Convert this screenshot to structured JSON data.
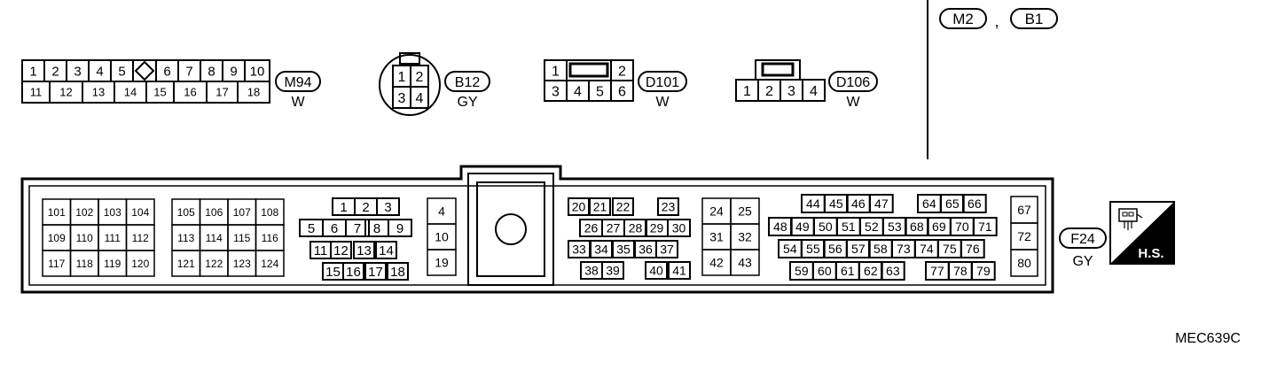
{
  "header": {
    "ref_1": "M2",
    "separator": ",",
    "ref_2": "B1"
  },
  "connectors": {
    "m94": {
      "label": "M94",
      "color": "W",
      "top_row": [
        "1",
        "2",
        "3",
        "4",
        "5",
        "",
        "6",
        "7",
        "8",
        "9",
        "10"
      ],
      "bottom_row": [
        "11",
        "12",
        "13",
        "14",
        "15",
        "16",
        "17",
        "18"
      ]
    },
    "b12": {
      "label": "B12",
      "color": "GY",
      "pins": [
        "1",
        "2",
        "3",
        "4"
      ]
    },
    "d101": {
      "label": "D101",
      "color": "W",
      "top": [
        "1",
        "2"
      ],
      "bottom": [
        "3",
        "4",
        "5",
        "6"
      ]
    },
    "d106": {
      "label": "D106",
      "color": "W",
      "pins": [
        "1",
        "2",
        "3",
        "4"
      ]
    },
    "f24": {
      "label": "F24",
      "color": "GY",
      "badge": "H.S.",
      "blocks": {
        "a": [
          [
            "101",
            "102",
            "103",
            "104"
          ],
          [
            "109",
            "110",
            "111",
            "112"
          ],
          [
            "117",
            "118",
            "119",
            "120"
          ]
        ],
        "b": [
          [
            "105",
            "106",
            "107",
            "108"
          ],
          [
            "113",
            "114",
            "115",
            "116"
          ],
          [
            "121",
            "122",
            "123",
            "124"
          ]
        ],
        "c": [
          [
            "1",
            "2",
            "3"
          ],
          [
            "5",
            "6",
            "7",
            "8",
            "9"
          ],
          [
            "11",
            "12",
            "13",
            "14"
          ],
          [
            "15",
            "16",
            "17",
            "18"
          ]
        ],
        "d": [
          [
            "4"
          ],
          [
            "10"
          ],
          [
            "19"
          ]
        ],
        "e": [
          [
            "20",
            "21",
            "22",
            "23"
          ],
          [
            "26",
            "27",
            "28",
            "29",
            "30"
          ],
          [
            "33",
            "34",
            "35",
            "36",
            "37"
          ],
          [
            "38",
            "39",
            "40",
            "41"
          ]
        ],
        "f": [
          [
            "24",
            "25"
          ],
          [
            "31",
            "32"
          ],
          [
            "42",
            "43"
          ]
        ],
        "g": [
          [
            "44",
            "45",
            "46",
            "47",
            "64",
            "65",
            "66"
          ],
          [
            "48",
            "49",
            "50",
            "51",
            "52",
            "53",
            "68",
            "69",
            "70",
            "71"
          ],
          [
            "54",
            "55",
            "56",
            "57",
            "58",
            "73",
            "74",
            "75",
            "76"
          ],
          [
            "59",
            "60",
            "61",
            "62",
            "63",
            "77",
            "78",
            "79"
          ]
        ],
        "h": [
          [
            "67"
          ],
          [
            "72"
          ],
          [
            "80"
          ]
        ]
      }
    }
  },
  "figure_code": "MEC639C"
}
